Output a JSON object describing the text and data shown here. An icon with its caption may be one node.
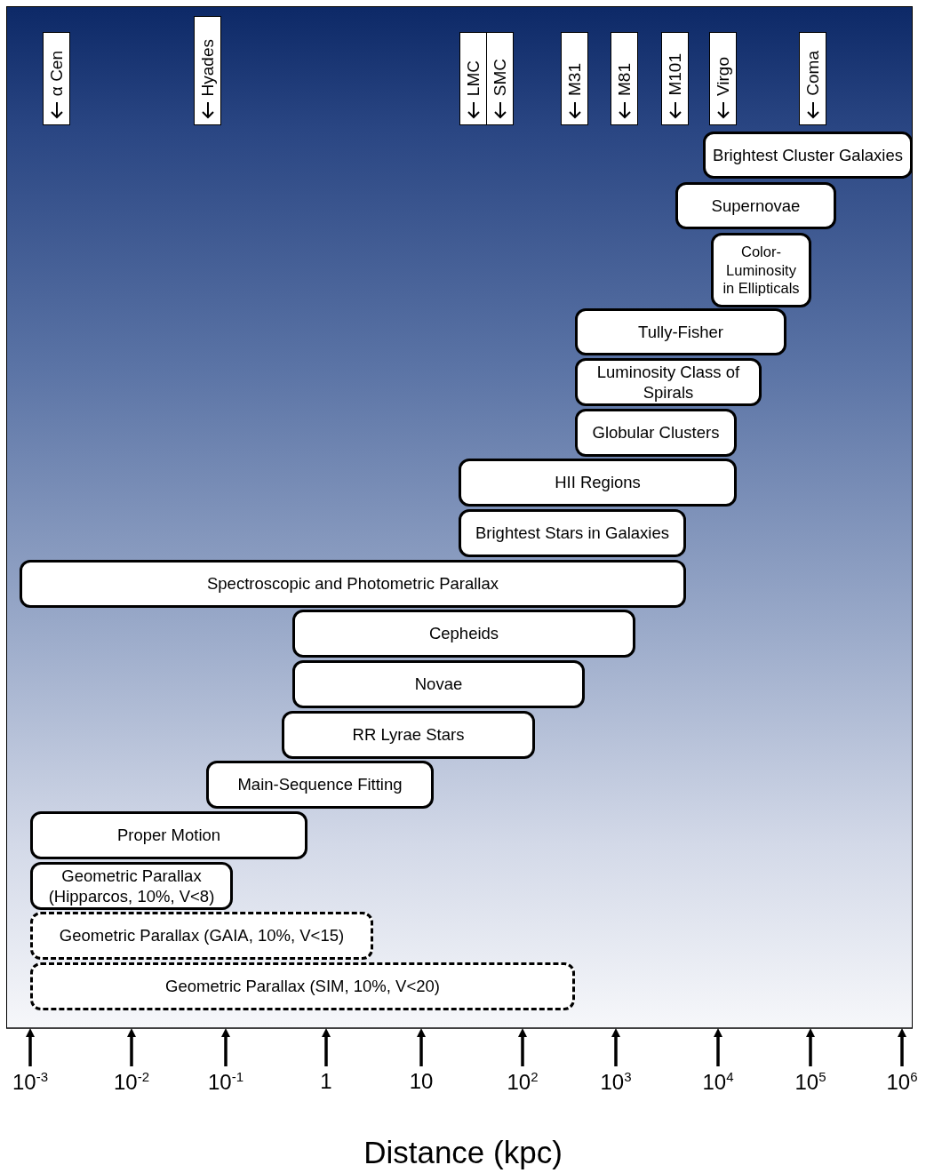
{
  "diagram": {
    "nodes": [
      {
        "text": [
          "α Cen"
        ]
      },
      {
        "text": [
          "Hyades"
        ]
      },
      {
        "text": [
          "LMC"
        ]
      },
      {
        "text": [
          "SMC"
        ]
      },
      {
        "text": [
          "M31"
        ]
      },
      {
        "text": [
          "M81"
        ]
      },
      {
        "text": [
          "M101"
        ]
      },
      {
        "text": [
          "Virgo"
        ]
      },
      {
        "text": [
          "Coma"
        ]
      },
      {
        "text": [
          "Brightest Cluster Galaxies"
        ]
      },
      {
        "text": [
          "Supernovae"
        ]
      },
      {
        "text": [
          "Color-Luminosity in Ellipticals"
        ]
      },
      {
        "text": [
          "Tully-Fisher"
        ]
      },
      {
        "text": [
          "Luminosity Class of Spirals"
        ]
      },
      {
        "text": [
          "Globular Clusters"
        ]
      },
      {
        "text": [
          "HII Regions"
        ]
      },
      {
        "text": [
          "Brightest Stars in Galaxies"
        ]
      },
      {
        "text": [
          "Spectroscopic and Photometric Parallax"
        ]
      },
      {
        "text": [
          "Cepheids"
        ]
      },
      {
        "text": [
          "Novae"
        ]
      },
      {
        "text": [
          "RR Lyrae Stars"
        ]
      },
      {
        "text": [
          "Main-Sequence Fitting"
        ]
      },
      {
        "text": [
          "Proper Motion"
        ]
      },
      {
        "text": [
          "Geometric Parallax (Hipparcos, 10%, V<8)"
        ]
      },
      {
        "text": [
          "Geometric Parallax (GAIA, 10%, V<15)"
        ]
      },
      {
        "text": [
          "Geometric Parallax (SIM, 10%, V<20)"
        ]
      }
    ],
    "edges": [],
    "labels": [
      "10$^{-3}$",
      "10$^{-2}$",
      "10$^{-1}$",
      "1",
      "10",
      "10$^{2}$",
      "10$^{3}$",
      "10$^{4}$",
      "10$^{5}$",
      "10$^{6}$",
      "Distance (kpc)"
    ]
  }
}
